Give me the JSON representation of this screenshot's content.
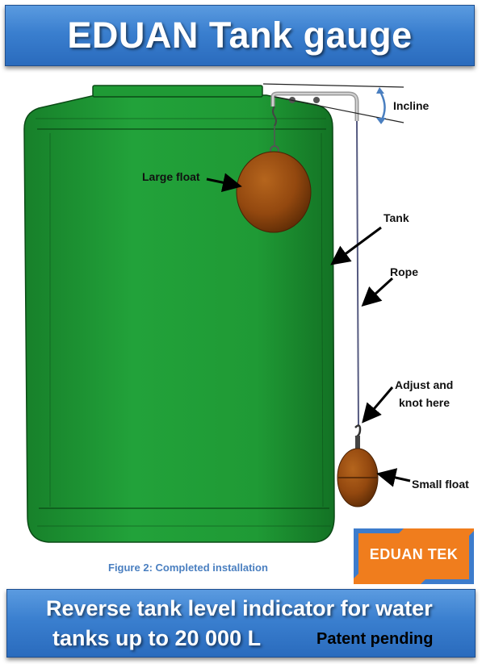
{
  "header": {
    "title": "EDUAN Tank gauge"
  },
  "diagram": {
    "labels": {
      "incline": "Incline",
      "large_float": "Large float",
      "tank": "Tank",
      "rope": "Rope",
      "adjust_line1": "Adjust and",
      "adjust_line2": "knot here",
      "small_float": "Small float"
    },
    "colors": {
      "tank": "#1e9a33",
      "float": "#8f4710",
      "banner": "#3a7fcf",
      "logo": "#f07d1d"
    }
  },
  "caption": "Figure 2: Completed installation",
  "logo": {
    "text": "EDUAN TEK"
  },
  "footer": {
    "line1": "Reverse tank level indicator  for water",
    "line2": "tanks up to 20 000 L",
    "patent": "Patent pending"
  }
}
